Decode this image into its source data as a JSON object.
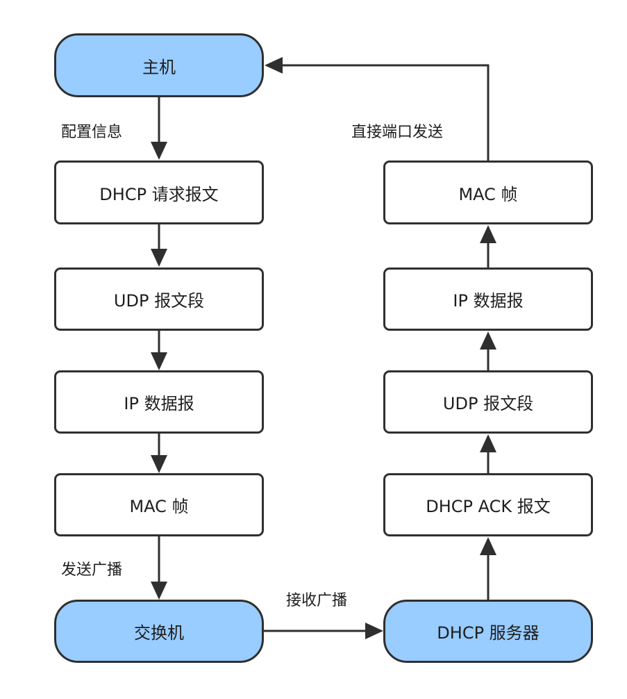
{
  "colors": {
    "highlight_fill": "#99ccff",
    "box_fill": "#ffffff",
    "stroke": "#2f2f2f",
    "text": "#1e1e1e"
  },
  "nodes": {
    "host": "主机",
    "dhcp_request": "DHCP 请求报文",
    "udp_segment_left": "UDP 报文段",
    "ip_datagram_left": "IP 数据报",
    "mac_frame_left": "MAC 帧",
    "switch": "交换机",
    "dhcp_server": "DHCP 服务器",
    "dhcp_ack": "DHCP ACK 报文",
    "udp_segment_right": "UDP 报文段",
    "ip_datagram_right": "IP 数据报",
    "mac_frame_right": "MAC 帧"
  },
  "edge_labels": {
    "config_info": "配置信息",
    "send_broadcast": "发送广播",
    "receive_broadcast": "接收广播",
    "direct_port_send": "直接端口发送"
  }
}
